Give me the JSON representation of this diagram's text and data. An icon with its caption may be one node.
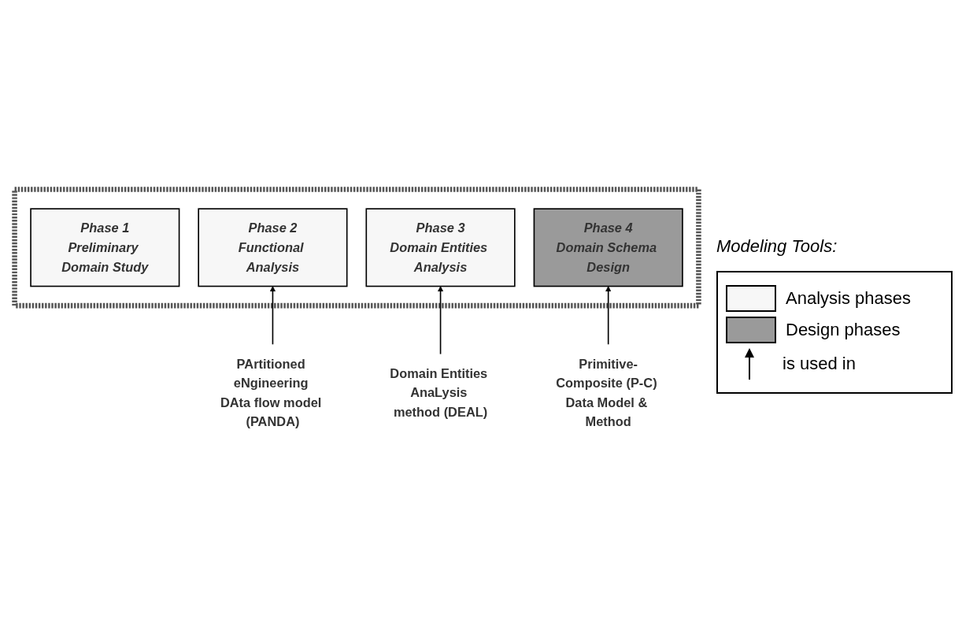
{
  "diagram": {
    "nodes": [
      {
        "text": [],
        "shape": "box"
      },
      {
        "text": [
          "Phase 1",
          "Preliminary Domain Study"
        ],
        "in": 0
      },
      {
        "text": [
          "Phase 2",
          "Functional Analysis"
        ],
        "in": 0
      },
      {
        "text": [
          "Phase 3",
          "Domain Entities Analysis"
        ],
        "in": 0
      },
      {
        "text": [
          "Phase 4",
          "Domain Schema Design"
        ],
        "in": 0
      },
      {
        "text": [
          "PArtitioned eNgineering DAta flow model (PANDA)"
        ]
      },
      {
        "text": [
          "Domain Entities AnaLysis method (DEAL)"
        ]
      },
      {
        "text": [
          "Primitive-Composite (P-C) Data Model & Method"
        ]
      }
    ],
    "edges": [
      {
        "from": 5,
        "to": 2,
        "arrow": "to"
      },
      {
        "from": 6,
        "to": 3,
        "arrow": "to"
      },
      {
        "from": 7,
        "to": 4,
        "arrow": "to"
      }
    ],
    "labels": [
      "Modeling Tools:"
    ],
    "legend": [
      {
        "text": "Analysis phases",
        "color": "#f7f7f7"
      },
      {
        "text": "Design phases",
        "color": "#9a9a9a"
      },
      {
        "text": "is used in"
      }
    ]
  }
}
